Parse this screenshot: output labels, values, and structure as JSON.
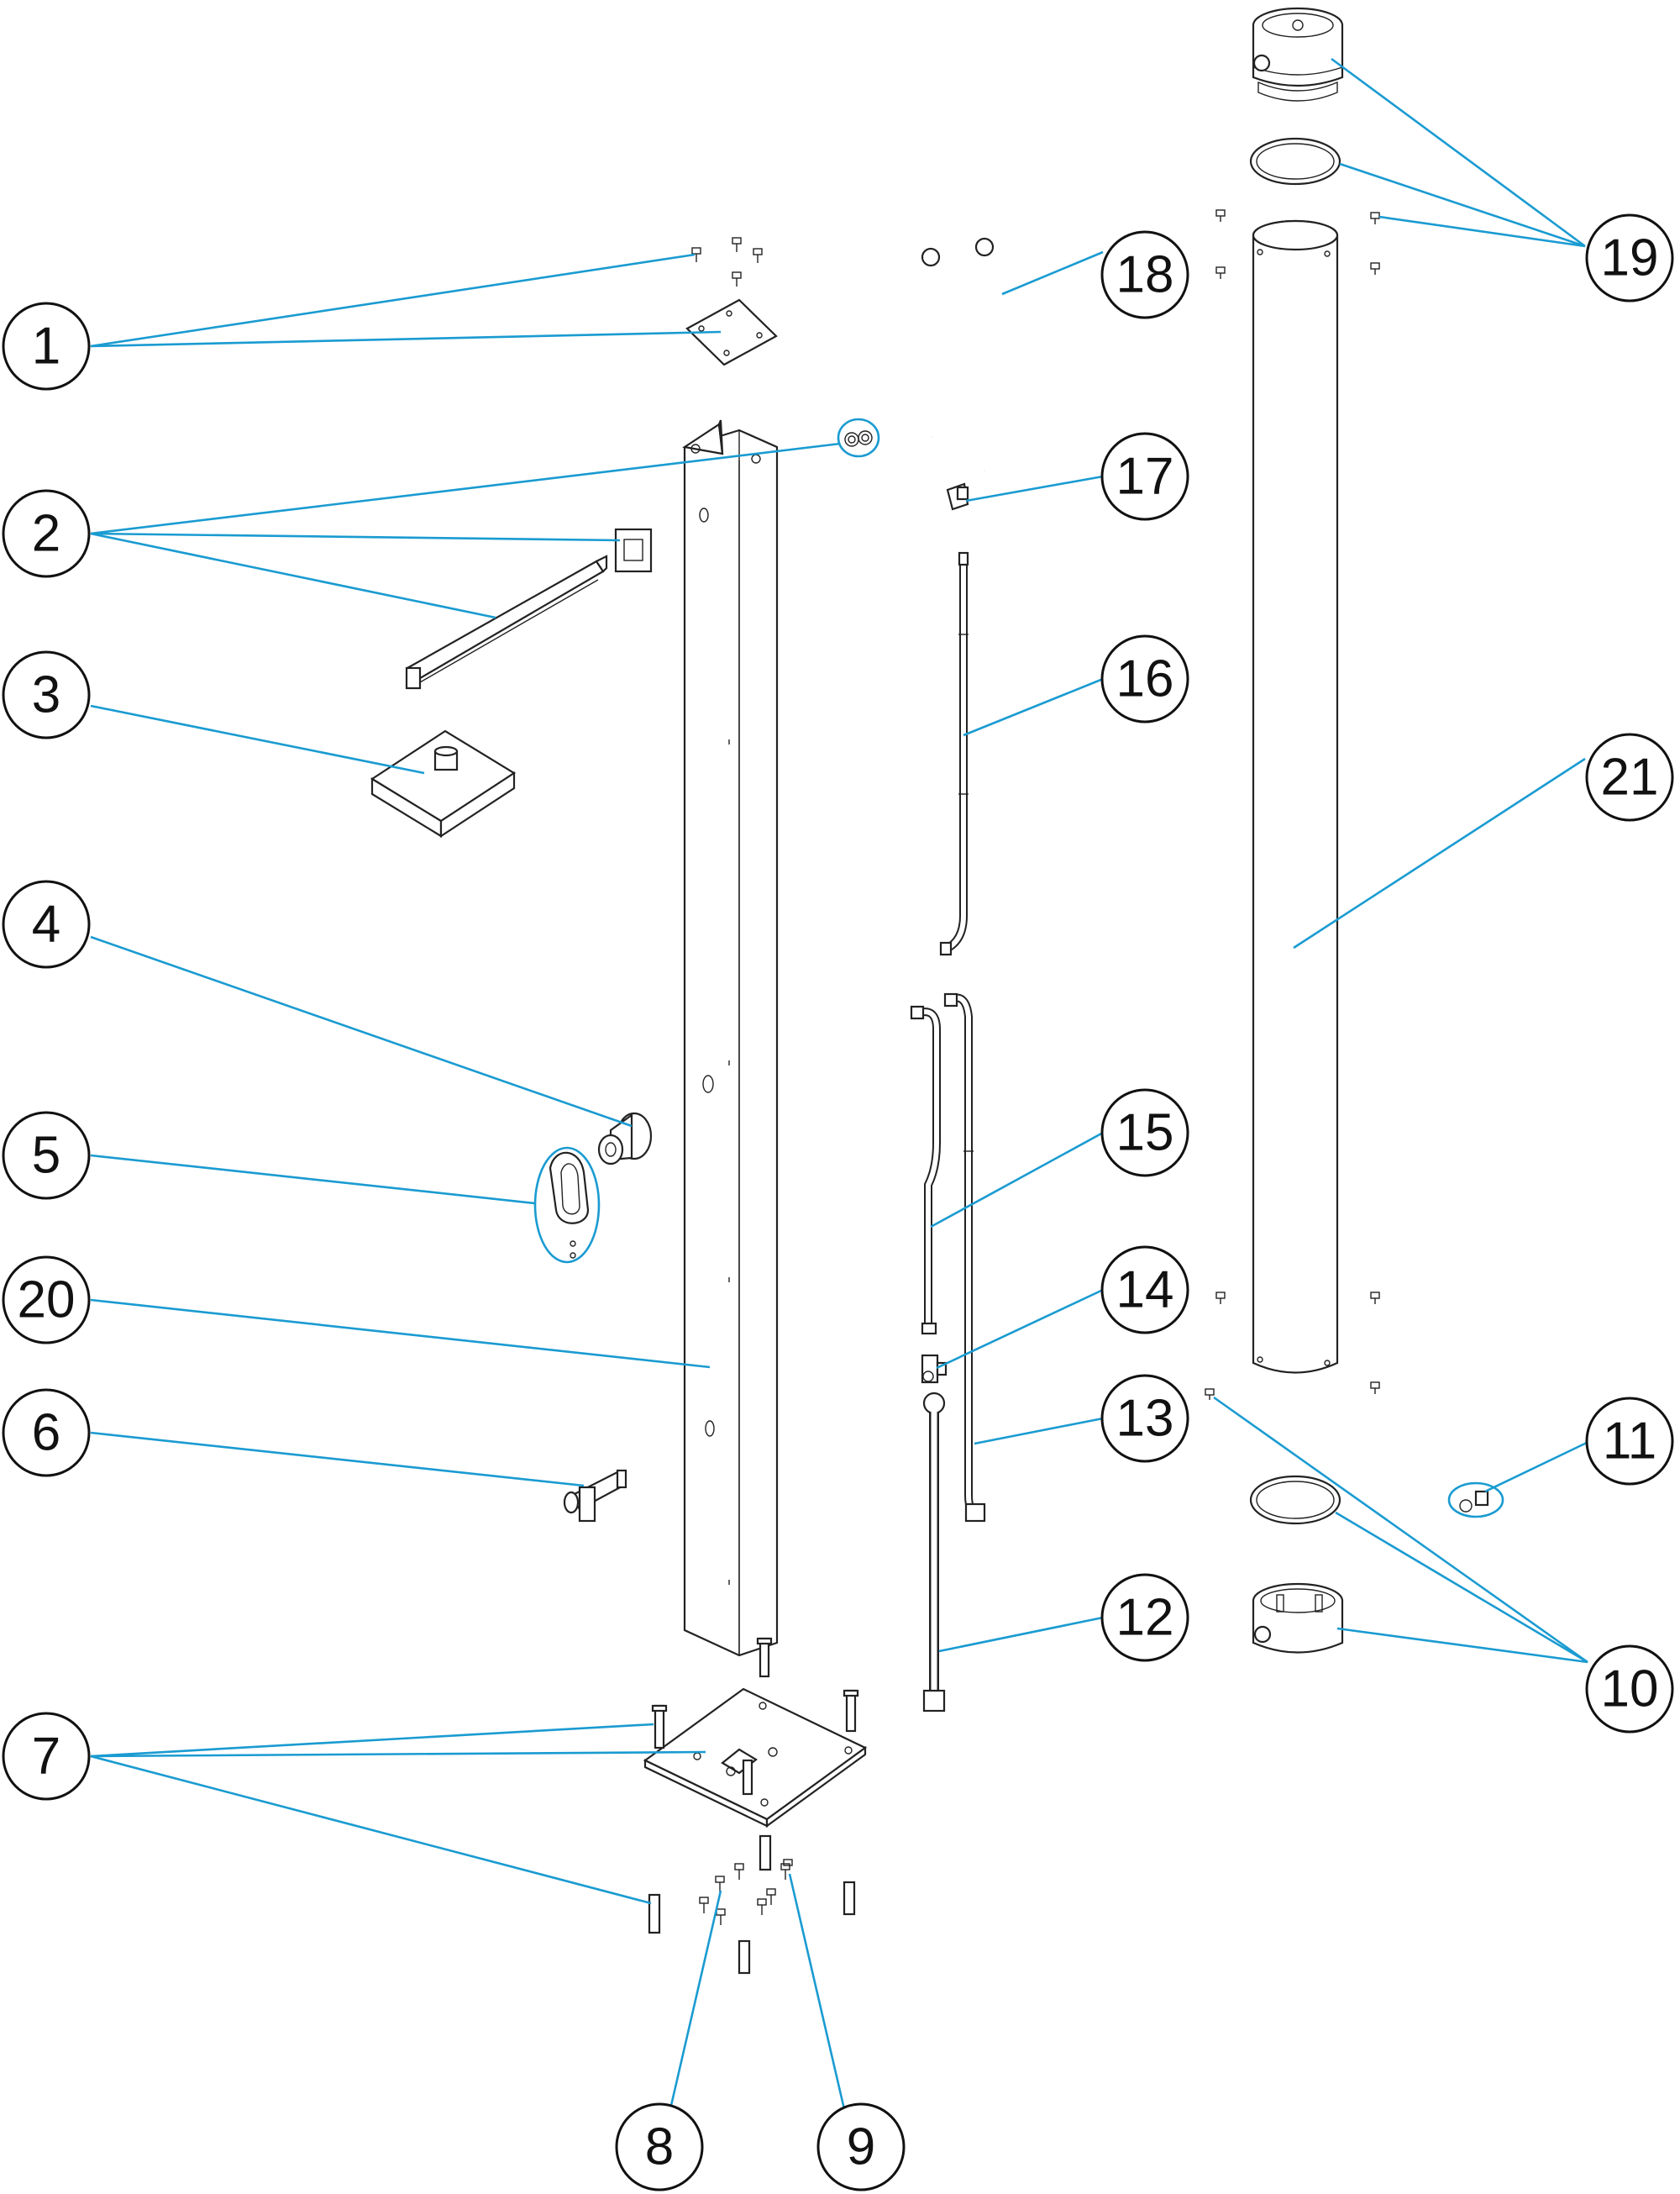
{
  "callouts": {
    "c1": "1",
    "c2": "2",
    "c3": "3",
    "c4": "4",
    "c5": "5",
    "c6": "6",
    "c7": "7",
    "c8": "8",
    "c9": "9",
    "c10": "10",
    "c11": "11",
    "c12": "12",
    "c13": "13",
    "c14": "14",
    "c15": "15",
    "c16": "16",
    "c17": "17",
    "c18": "18",
    "c19": "19",
    "c20": "20",
    "c21": "21"
  },
  "colors": {
    "leader": "#1a9bd1",
    "outline": "#222222",
    "callout_ring": "#111111"
  }
}
